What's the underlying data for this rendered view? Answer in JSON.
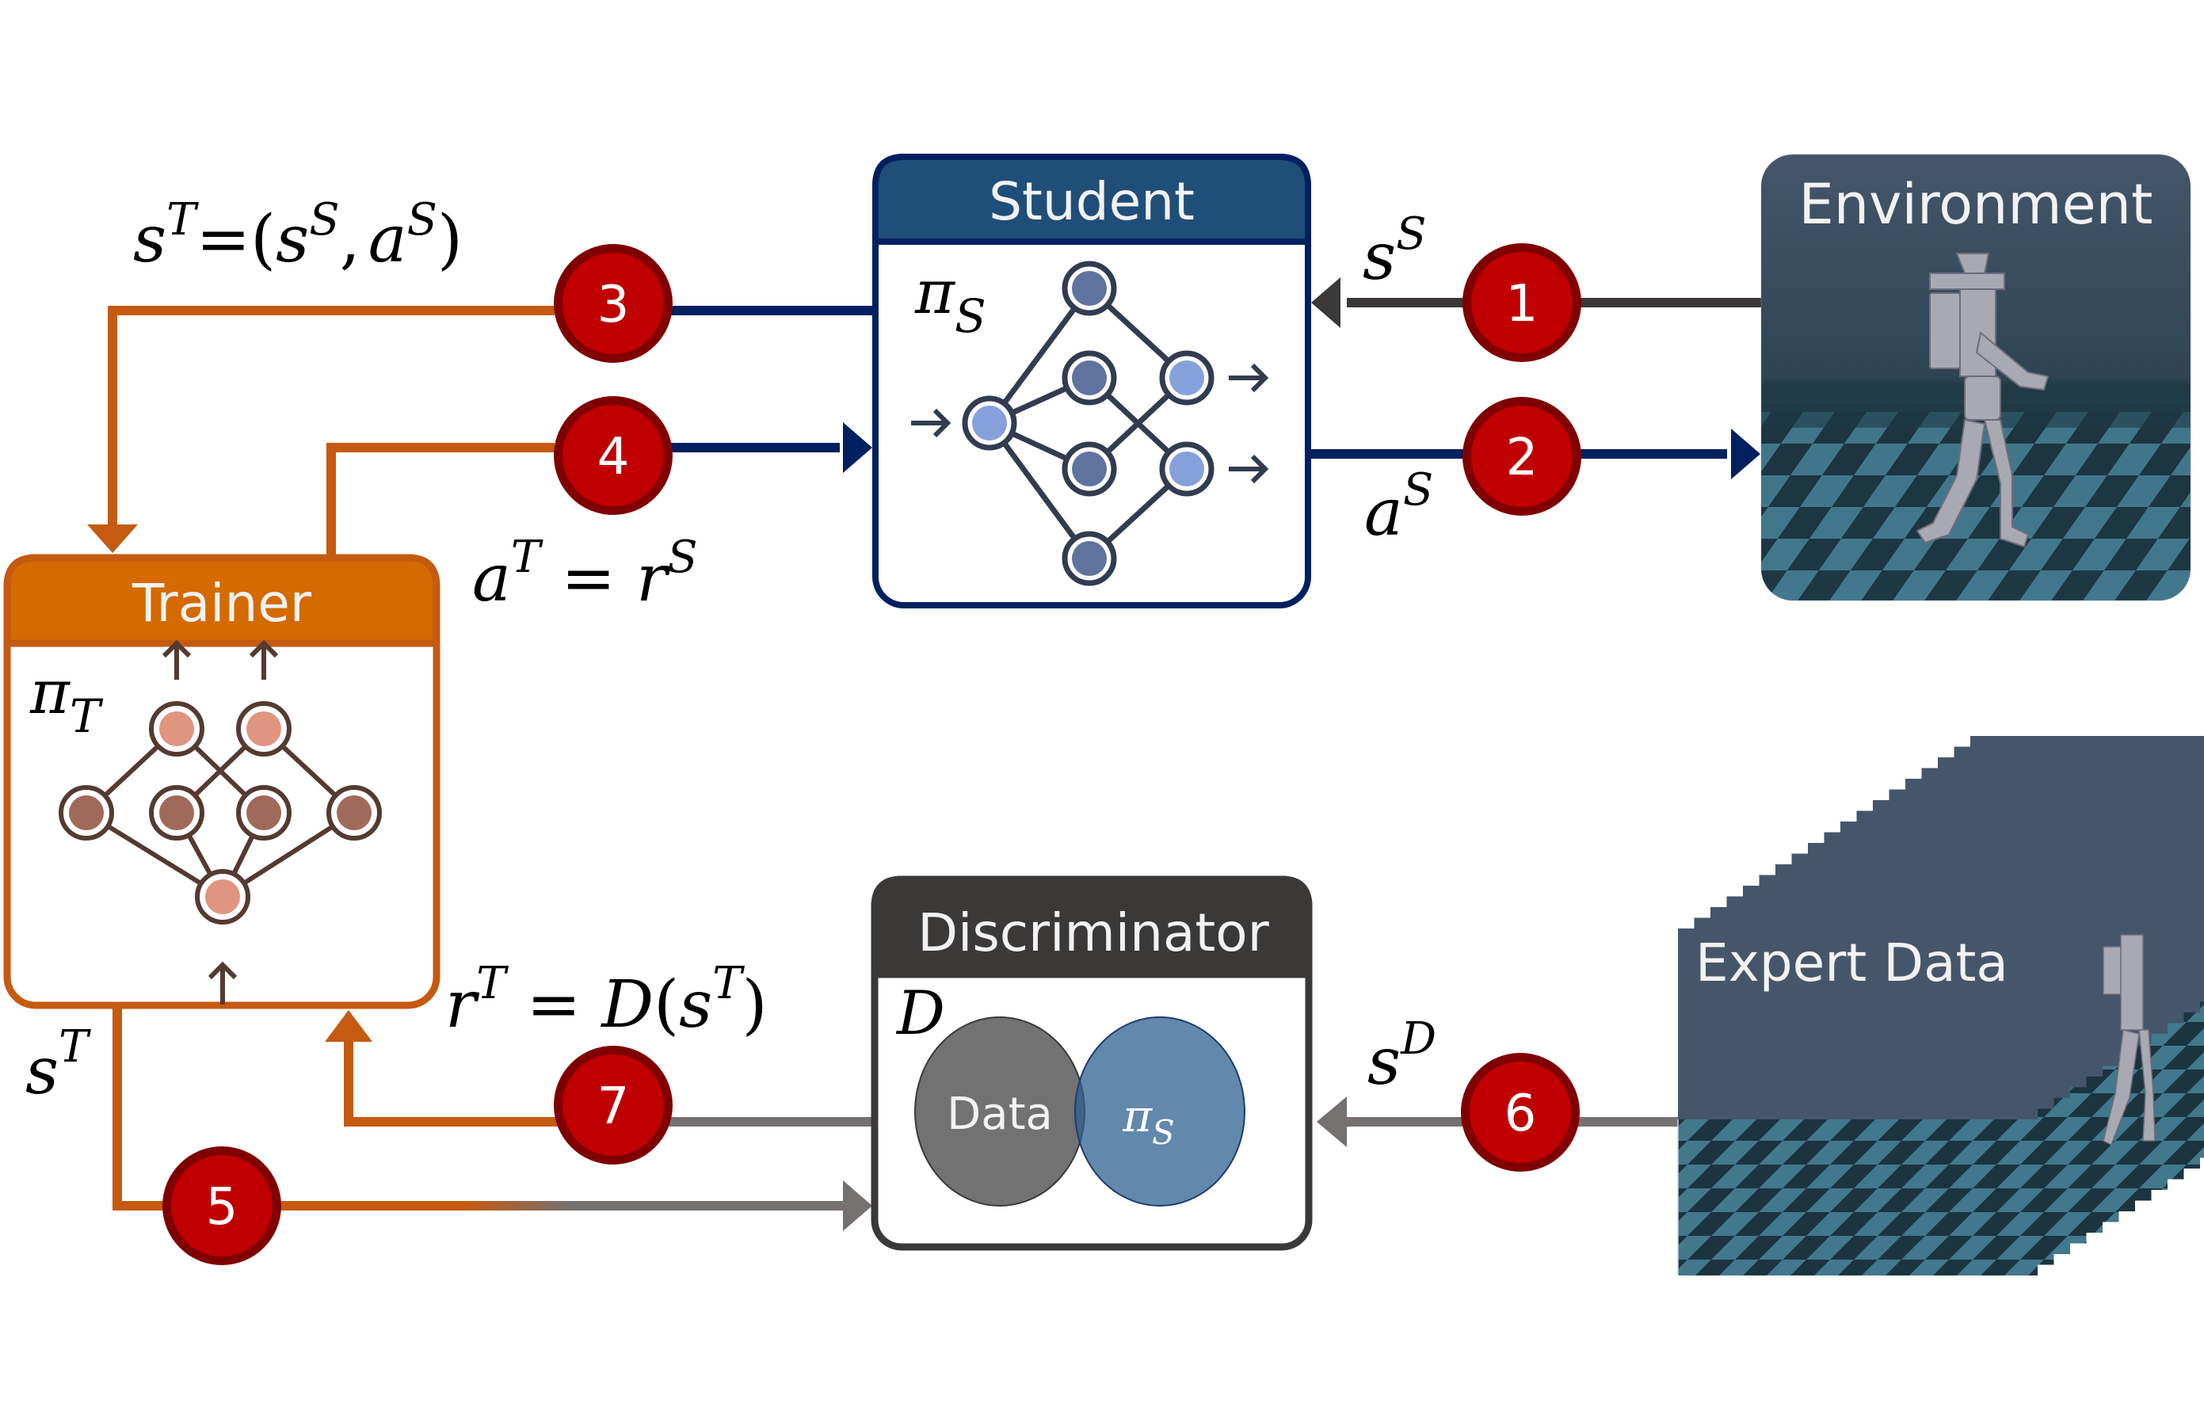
{
  "colors": {
    "student_border": "#002060",
    "student_header": "#1F4E79",
    "trainer_border": "#C55A11",
    "trainer_header": "#D46A00",
    "discriminator_border": "#3B3838",
    "arrow_orange": "#C55A11",
    "arrow_navy": "#002060",
    "arrow_darkgray": "#3B3838",
    "arrow_gray": "#767171",
    "badge_fill": "#C00000",
    "badge_ring": "#800000",
    "student_node_dark": "#60739E",
    "student_node_light": "#86A0DC",
    "trainer_node_dark": "#A06A5A",
    "trainer_node_light": "#E09580",
    "venn_data": "#595959",
    "venn_policy": "#2E6090"
  },
  "boxes": {
    "student": {
      "title": "Student",
      "policy_symbol": "π",
      "policy_sub": "S"
    },
    "trainer": {
      "title": "Trainer",
      "policy_symbol": "π",
      "policy_sub": "T"
    },
    "discriminator": {
      "title": "Discriminator",
      "symbol": "D",
      "venn_left": "Data",
      "venn_right_symbol": "π",
      "venn_right_sub": "S"
    },
    "environment": {
      "title": "Environment",
      "image": "humanoid-robot-walking-on-checkerboard"
    },
    "expert_data": {
      "title": "Expert Data",
      "image": "stacked-motion-frames-humanoid-robot"
    }
  },
  "steps": [
    {
      "number": "1",
      "label_base": "s",
      "label_sup": "S",
      "from": "Environment",
      "to": "Student"
    },
    {
      "number": "2",
      "label_base": "a",
      "label_sup": "S",
      "from": "Student",
      "to": "Environment"
    },
    {
      "number": "3",
      "label": "s^T=(s^S, a^S)",
      "from": "Student",
      "to": "Trainer"
    },
    {
      "number": "4",
      "label": "a^T = r^S",
      "from": "Trainer",
      "to": "Student"
    },
    {
      "number": "5",
      "label_base": "s",
      "label_sup": "T",
      "from": "Trainer",
      "to": "Discriminator"
    },
    {
      "number": "6",
      "label_base": "s",
      "label_sup": "D",
      "from": "Expert Data",
      "to": "Discriminator"
    },
    {
      "number": "7",
      "label": "r^T = D(s^T)",
      "from": "Discriminator",
      "to": "Trainer"
    }
  ],
  "labels": {
    "step3": {
      "p1": "s",
      "p1sup": "T",
      "p2": "=(",
      "p3": "s",
      "p3sup": "S",
      "p4": ",",
      "p5": "a",
      "p5sup": "S",
      "p6": ")"
    },
    "step4": {
      "p1": "a",
      "p1sup": "T",
      "p2": " = ",
      "p3": "r",
      "p3sup": "S"
    },
    "step7": {
      "p1": "r",
      "p1sup": "T",
      "p2": " = ",
      "p3": "D",
      "p4": "(",
      "p5": "s",
      "p5sup": "T",
      "p6": ")"
    }
  },
  "expert_frames": 19
}
